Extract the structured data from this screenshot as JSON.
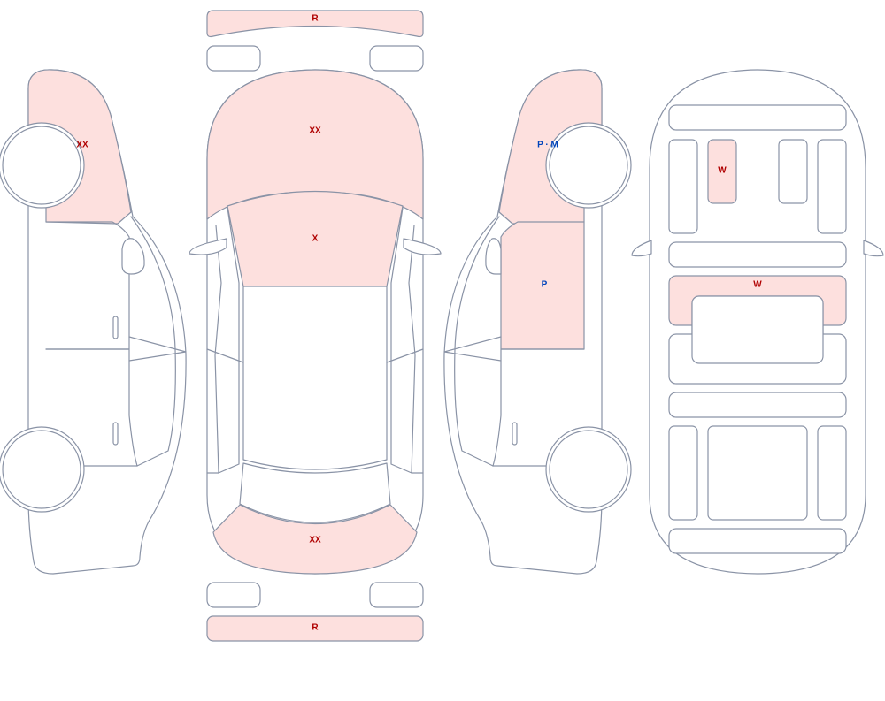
{
  "colors": {
    "outline": "#8a93a6",
    "damage_fill": "#fde0de",
    "red_code": "#b00000",
    "blue_code": "#0044bb"
  },
  "marks": {
    "rear_bumper_top": "R",
    "hood": "XX",
    "windshield": "X",
    "front_bumper_area": "XX",
    "front_bumper_bottom": "R",
    "left_front_fender": "XX",
    "right_front_fender": "P · M",
    "right_front_door": "P",
    "interior_left_seat": "W",
    "interior_console": "W"
  }
}
